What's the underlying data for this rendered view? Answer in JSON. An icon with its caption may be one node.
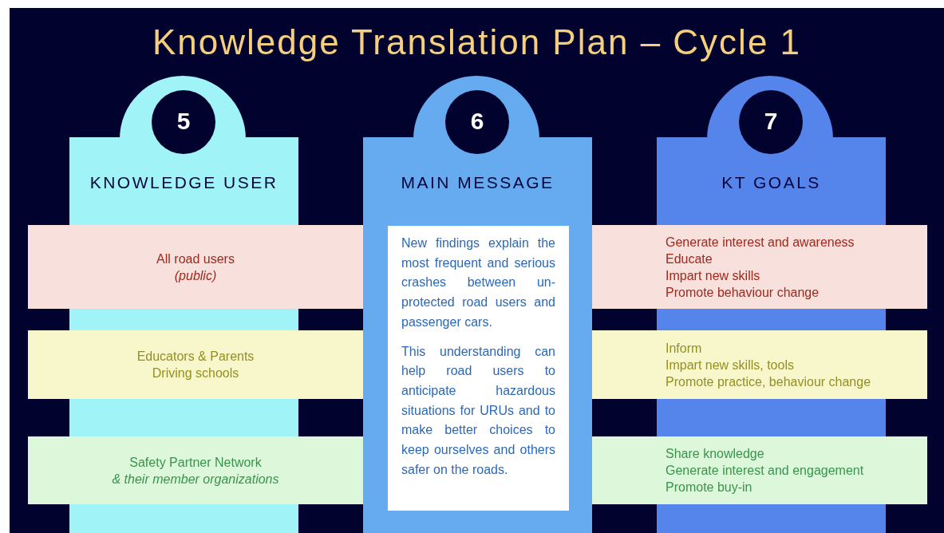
{
  "diagram": {
    "title": "Knowledge Translation Plan – Cycle 1",
    "nodes": [
      {
        "text": [
          "KNOWLEDGE USER"
        ]
      },
      {
        "text": [
          "5"
        ],
        "in": 0
      },
      {
        "text": [
          "MAIN MESSAGE"
        ]
      },
      {
        "text": [
          "6"
        ],
        "in": 2
      },
      {
        "text": [
          "KT GOALS"
        ]
      },
      {
        "text": [
          "7"
        ],
        "in": 4
      },
      {
        "text": [
          "New findings explain the most frequent and serious crashes between un-protected road users and passenger cars.",
          "This understanding can help road users to anticipate hazardous situations for URUs and to make better choices to keep ourselves and others safer on the roads."
        ],
        "in": 2
      },
      {
        "text": [
          "All road users",
          "(public)"
        ]
      },
      {
        "text": [
          "Educators & Parents",
          "Driving schools"
        ]
      },
      {
        "text": [
          "Safety Partner Network",
          "& their member organizations"
        ]
      },
      {
        "text": [
          "Generate interest and awareness",
          "Educate",
          "Impart new skills",
          "Promote behaviour change"
        ]
      },
      {
        "text": [
          "Inform",
          "Impart new skills, tools",
          "Promote practice, behaviour change"
        ]
      },
      {
        "text": [
          "Share knowledge",
          "Generate interest and engagement",
          "Promote buy-in"
        ]
      }
    ]
  }
}
